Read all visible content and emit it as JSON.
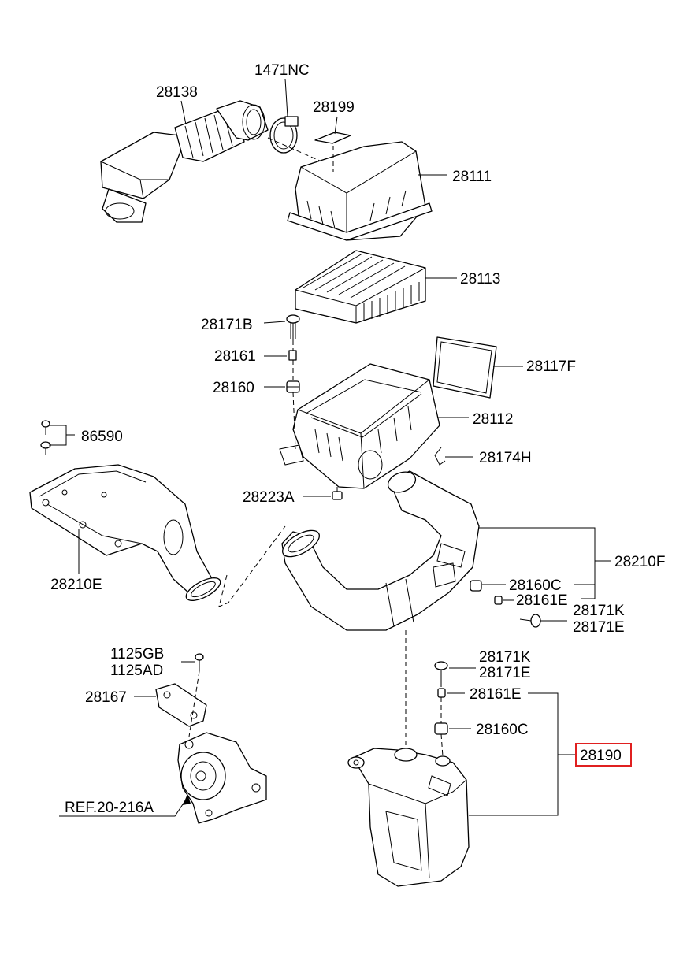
{
  "highlight_color": "#e02020",
  "labels": {
    "p28138": "28138",
    "p1471NC": "1471NC",
    "p28199": "28199",
    "p28111": "28111",
    "p28113": "28113",
    "p28171B": "28171B",
    "p28161": "28161",
    "p28160": "28160",
    "p28117F": "28117F",
    "p28112": "28112",
    "p86590": "86590",
    "p28174H": "28174H",
    "p28223A": "28223A",
    "p28210F": "28210F",
    "p28210E": "28210E",
    "p28160C_a": "28160C",
    "p28161E_a": "28161E",
    "p28171K_a": "28171K",
    "p28171E_a": "28171E",
    "p1125GB": "1125GB",
    "p1125AD": "1125AD",
    "p28167": "28167",
    "p28171K_b": "28171K",
    "p28171E_b": "28171E",
    "p28161E_b": "28161E",
    "p28160C_b": "28160C",
    "p28190": "28190",
    "ref": "REF.20-216A"
  }
}
